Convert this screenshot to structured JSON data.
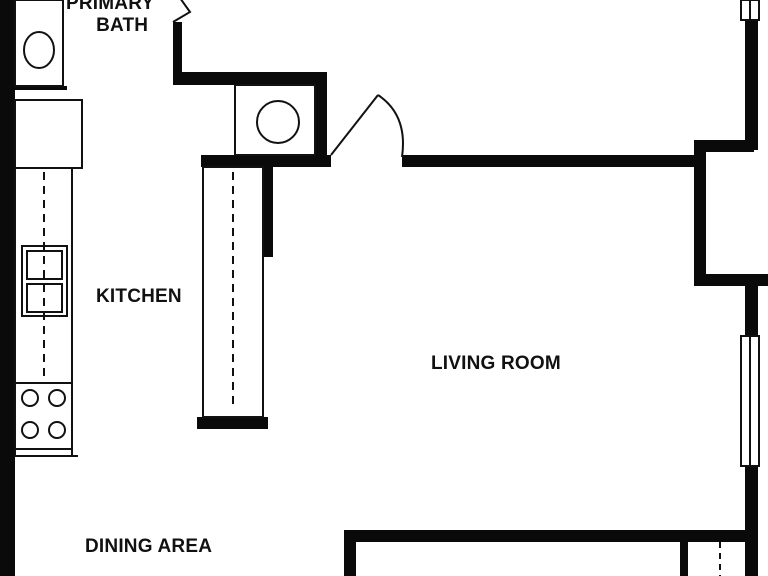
{
  "rooms": {
    "primary_bath": {
      "line1": "PRIMARY",
      "line2": "BATH"
    },
    "kitchen": "KITCHEN",
    "living_room": "LIVING ROOM",
    "dining_area": "DINING AREA"
  },
  "colors": {
    "wall": "#0a0a0a",
    "background": "#ffffff",
    "fixture": "#111111"
  }
}
